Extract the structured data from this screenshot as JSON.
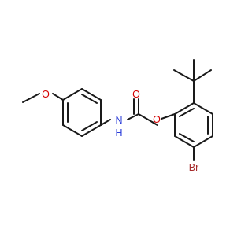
{
  "atoms": [
    {
      "name": "methoxy-carbon",
      "symbol": "C"
    },
    {
      "name": "methoxy-oxygen",
      "symbol": "O",
      "label": "O",
      "color": "#d40000"
    },
    {
      "name": "amide-nitrogen",
      "symbol": "N",
      "label": "N",
      "color": "#2a3cd8"
    },
    {
      "name": "amide-hydrogen",
      "symbol": "H",
      "label": "H",
      "color": "#2a3cd8"
    },
    {
      "name": "carbonyl-oxygen",
      "symbol": "O",
      "label": "O",
      "color": "#d40000"
    },
    {
      "name": "ether-oxygen",
      "symbol": "O",
      "label": "O",
      "color": "#d40000"
    },
    {
      "name": "bromine",
      "symbol": "Br",
      "label": "Br",
      "color": "#a5292a"
    }
  ],
  "colors": {
    "bond": "#1a1a1a",
    "oxygen": "#d40000",
    "nitrogen": "#2a3cd8",
    "bromine": "#a5292a"
  }
}
